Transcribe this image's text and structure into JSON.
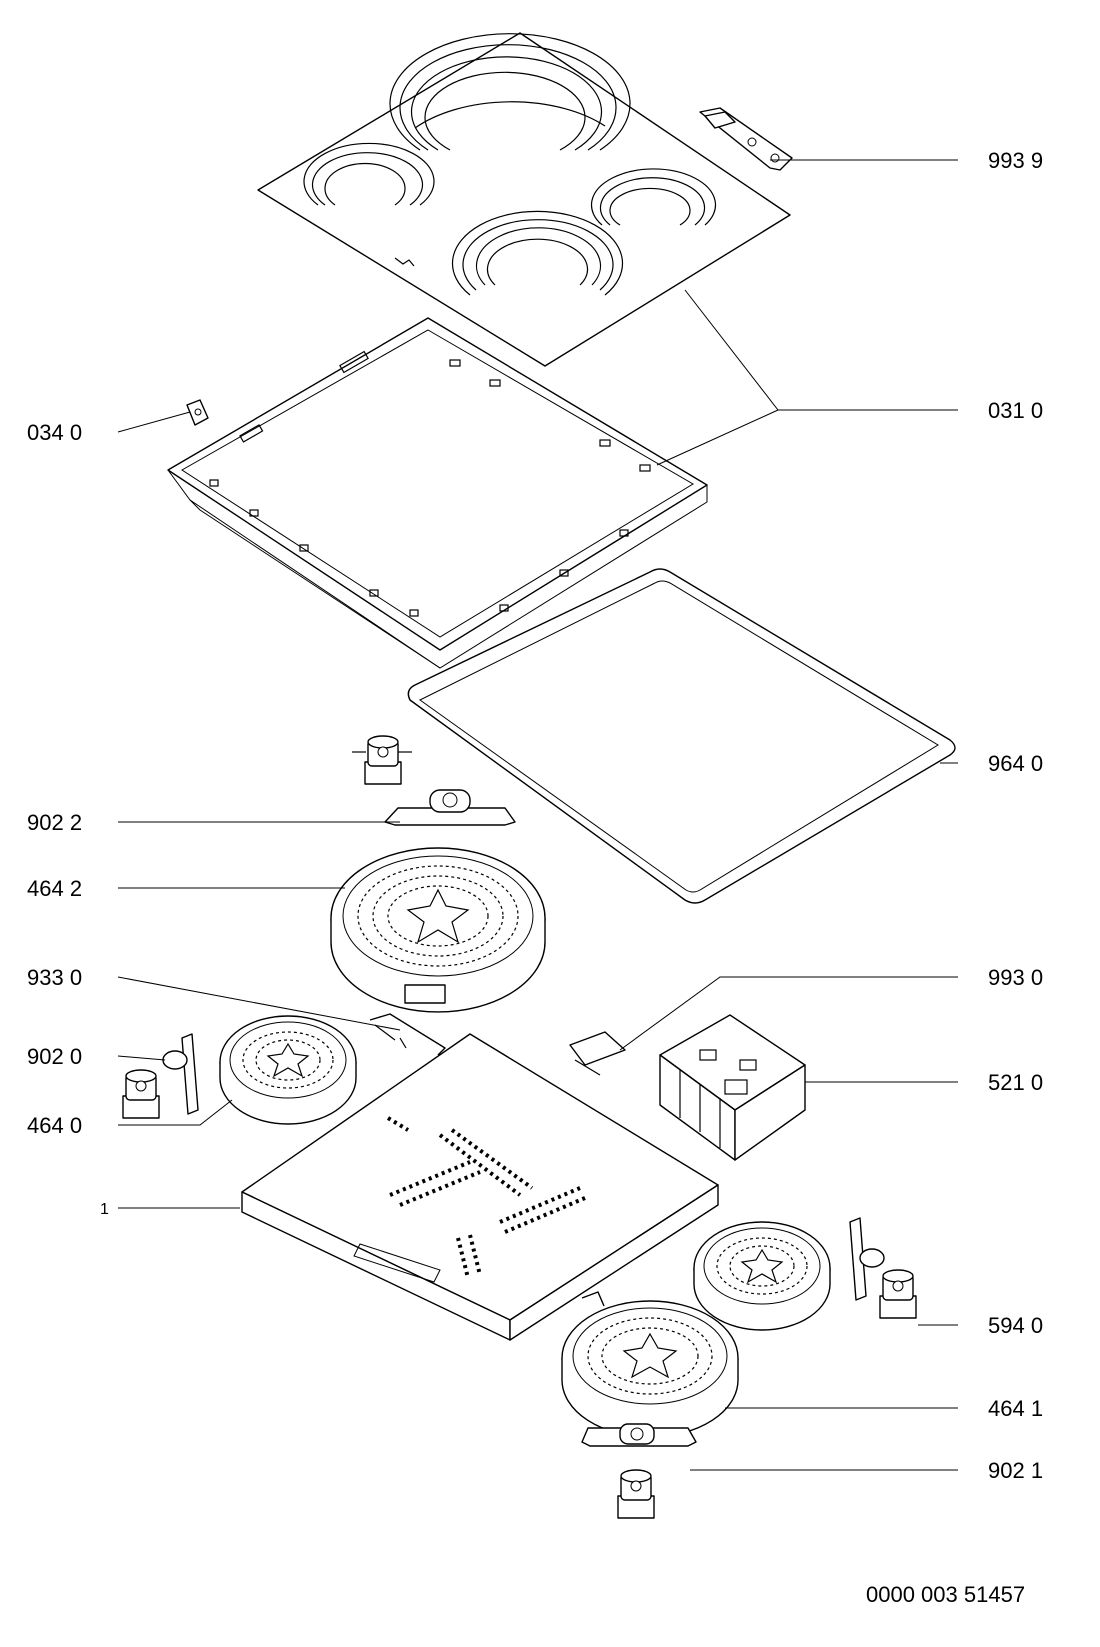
{
  "diagram": {
    "callouts": [
      {
        "id": "c-993-9",
        "label": "993 9",
        "side": "right"
      },
      {
        "id": "c-031-0",
        "label": "031 0",
        "side": "right"
      },
      {
        "id": "c-034-0",
        "label": "034 0",
        "side": "left"
      },
      {
        "id": "c-964-0",
        "label": "964 0",
        "side": "right"
      },
      {
        "id": "c-902-2",
        "label": "902 2",
        "side": "left"
      },
      {
        "id": "c-464-2",
        "label": "464 2",
        "side": "left"
      },
      {
        "id": "c-933-0",
        "label": "933 0",
        "side": "left"
      },
      {
        "id": "c-993-0",
        "label": "993 0",
        "side": "right"
      },
      {
        "id": "c-902-0",
        "label": "902 0",
        "side": "left"
      },
      {
        "id": "c-521-0",
        "label": "521 0",
        "side": "right"
      },
      {
        "id": "c-464-0",
        "label": "464 0",
        "side": "left"
      },
      {
        "id": "c-1",
        "label": "1",
        "side": "left"
      },
      {
        "id": "c-594-0",
        "label": "594 0",
        "side": "right"
      },
      {
        "id": "c-464-1",
        "label": "464 1",
        "side": "right"
      },
      {
        "id": "c-902-1",
        "label": "902 1",
        "side": "right"
      }
    ],
    "footer_code": "0000 003 51457"
  }
}
